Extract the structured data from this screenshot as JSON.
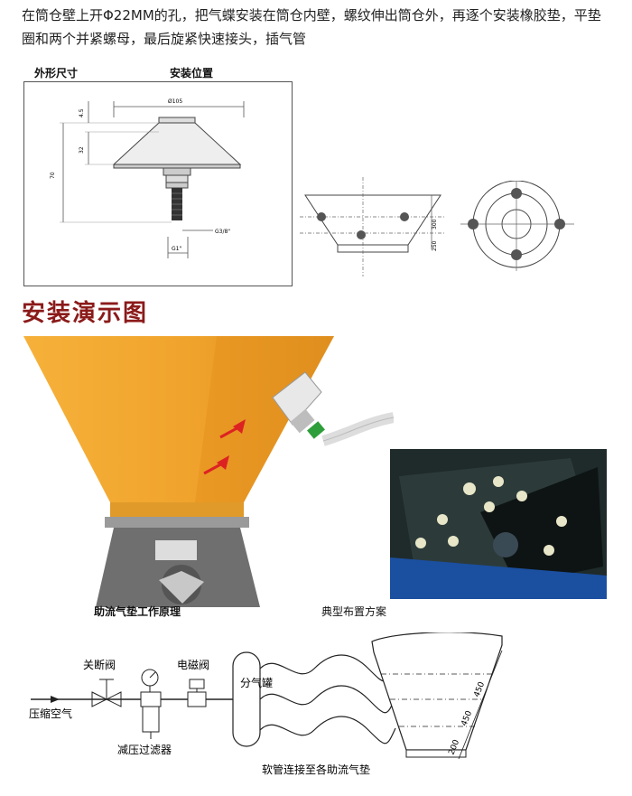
{
  "intro": "在筒仓壁上开Φ22MM的孔，把气蝶安装在筒仓内壁，螺纹伸出筒仓外，再逐个安装橡胶垫，平垫圈和两个并紧螺母，最后旋紧快速接头，插气管",
  "drawing": {
    "outline_label": "外形尺寸",
    "install_label": "安装位置",
    "dim_diameter": "Ø105",
    "dim_a": "4.5",
    "dim_b": "32",
    "dim_c": "70",
    "dim_thread": "G3/8\"",
    "dim_g1": "G1\"",
    "dim_300": "300",
    "dim_250": "250"
  },
  "demo": {
    "title": "安装演示图",
    "principle_caption": "助流气垫工作原理",
    "layout_caption": "典型布置方案"
  },
  "schematic": {
    "air_in": "压缩空气",
    "shutoff_valve": "关断阀",
    "pressure_filter": "减压过滤器",
    "solenoid_valve": "电磁阀",
    "manifold": "分气罐",
    "hose_caption": "软管连接至各助流气垫",
    "dim_200": "200",
    "dim_450a": "450",
    "dim_450b": "450"
  },
  "colors": {
    "hopper": "#f0a32c",
    "title_red": "#8b1a1a",
    "fitting_green": "#2e9e3a"
  }
}
